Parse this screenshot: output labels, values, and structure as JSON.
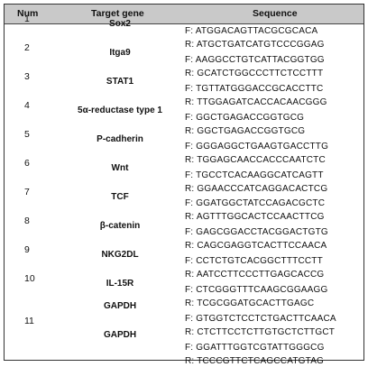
{
  "table": {
    "headers": {
      "num": "Num",
      "gene": "Target gene",
      "sequence": "Sequence"
    },
    "rows": [
      {
        "num": "1",
        "gene": "Sox2",
        "forward": "F: ATGGACAGTTACGCGCACA",
        "reverse": "R: ATGCTGATCATGTCCCGGAG"
      },
      {
        "num": "2",
        "gene": "Itga9",
        "forward": "F: AAGGCCTGTCATTACGGTGG",
        "reverse": "R: GCATCTGGCCCTTCTCCTTT"
      },
      {
        "num": "3",
        "gene": "STAT1",
        "forward": "F: TGTTATGGGACCGCACCTTC",
        "reverse": "R: TTGGAGATCACCACAACGGG"
      },
      {
        "num": "4",
        "gene": "5α-reductase type 1",
        "forward": "F: GGCTGAGACCGGTGCG",
        "reverse": "R: GGCTGAGACCGGTGCG"
      },
      {
        "num": "5",
        "gene": "P-cadherin",
        "forward": "F: GGGAGGCTGAAGTGACCTTG",
        "reverse": "R: TGGAGCAACCACCCAATCTC"
      },
      {
        "num": "6",
        "gene": "Wnt",
        "forward": "F: TGCCTCACAAGGCATCAGTT",
        "reverse": "R: GGAACCCATCAGGACACTCG"
      },
      {
        "num": "7",
        "gene": "TCF",
        "forward": "F: GGATGGCTATCCAGACGCTC",
        "reverse": "R: AGTTTGGCACTCCAACTTCG"
      },
      {
        "num": "8",
        "gene": "β-catenin",
        "forward": "F: GAGCGGACCTACGGACTGTG",
        "reverse": "R: CAGCGAGGTCACTTCCAACA"
      },
      {
        "num": "9",
        "gene": "NKG2DL",
        "forward": "F: CCTCTGTCACGGCTTTCCTT",
        "reverse": "R: AATCCTTCCCTTGAGCACCG"
      },
      {
        "num": "10",
        "gene": "IL-15R",
        "forward": "F: CTCGGGTTTCAAGCGGAAGG",
        "reverse": "R: TCGCGGATGCACTTGAGC"
      },
      {
        "num": "11",
        "gene": "GAPDH",
        "forward": "F: GTGGTCTCCTCTGACTTCAACA",
        "reverse": "R: CTCTTCCTCTTGTGCTCTTGCT"
      },
      {
        "num": "",
        "gene": "GAPDH",
        "forward": "F: GGATTTGGTCGTATTGGGCG",
        "reverse": "R: TCCCGTTCTCAGCCATGTAG"
      }
    ]
  }
}
